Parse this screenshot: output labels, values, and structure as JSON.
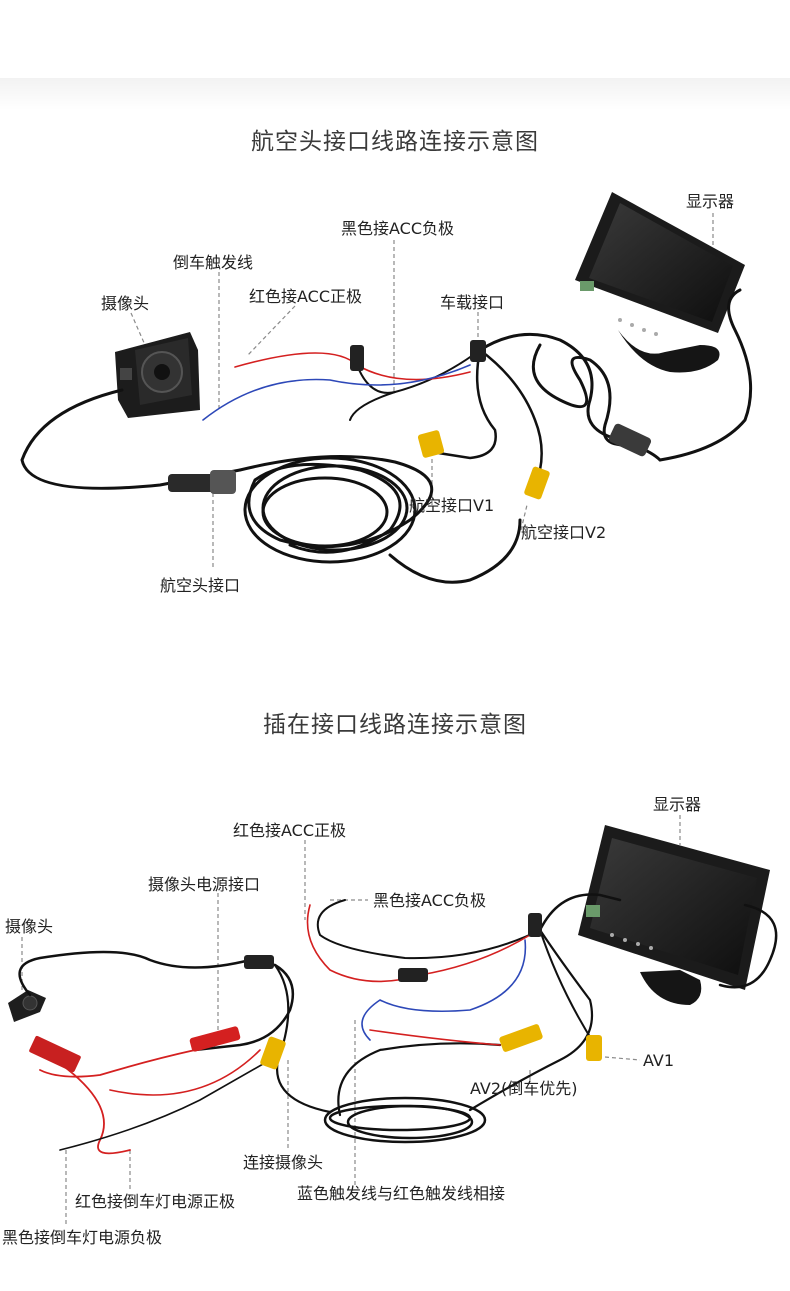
{
  "section1": {
    "title": "航空头接口线路连接示意图",
    "labels": {
      "monitor": "显示器",
      "black_acc_negative": "黑色接ACC负极",
      "reverse_trigger": "倒车触发线",
      "red_acc_positive": "红色接ACC正极",
      "camera": "摄像头",
      "vehicle_port": "车载接口",
      "aviation_v1": "航空接口V1",
      "aviation_v2": "航空接口V2",
      "aviation_connector": "航空头接口"
    }
  },
  "section2": {
    "title": "插在接口线路连接示意图",
    "labels": {
      "monitor": "显示器",
      "red_acc_positive": "红色接ACC正极",
      "camera_power": "摄像头电源接口",
      "black_acc_negative": "黑色接ACC负极",
      "camera": "摄像头",
      "av1": "AV1",
      "av2": "AV2(倒车优先)",
      "connect_camera": "连接摄像头",
      "blue_red_trigger": "蓝色触发线与红色触发线相接",
      "red_reverse_light_positive": "红色接倒车灯电源正极",
      "black_reverse_light_negative": "黑色接倒车灯电源负极"
    }
  },
  "colors": {
    "cable": "#111111",
    "red_wire": "#d42020",
    "blue_wire": "#2d48b8",
    "rca_yellow": "#e8b400",
    "leader": "#8a8a8a",
    "screen": "#1a1a1a"
  }
}
